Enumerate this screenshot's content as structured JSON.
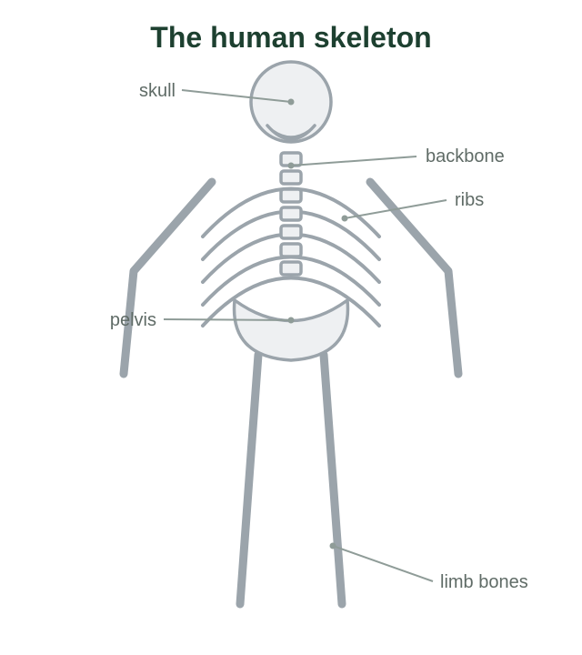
{
  "title": "The human skeleton",
  "labels": {
    "skull": "skull",
    "backbone": "backbone",
    "ribs": "ribs",
    "pelvis": "pelvis",
    "limb_bones": "limb bones"
  },
  "colors": {
    "title": "#1d4030",
    "label_text": "#5f6b66",
    "bone_outline": "#9ba4ab",
    "bone_fill": "#eef0f2",
    "leader_line": "#8f9c98"
  }
}
